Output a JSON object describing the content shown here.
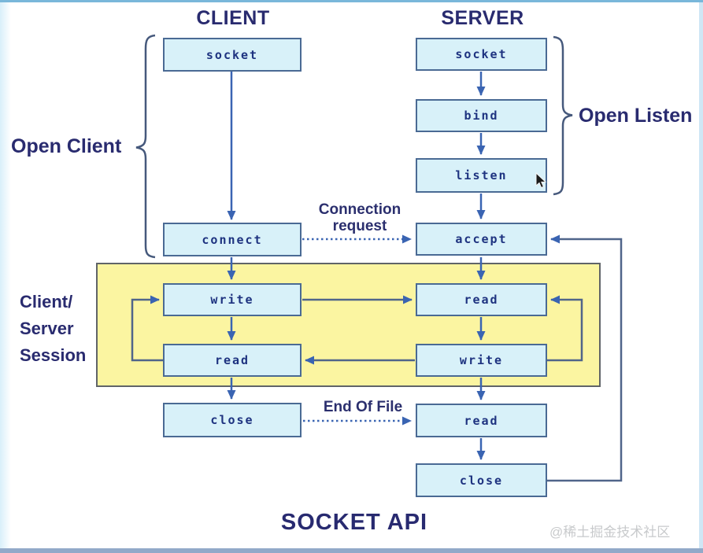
{
  "titles": {
    "client": "CLIENT",
    "server": "SERVER",
    "footer": "SOCKET API"
  },
  "annotations": {
    "open_client": "Open Client",
    "open_listen": "Open Listen",
    "session": [
      "Client/",
      "Server",
      "Session"
    ],
    "connection_request": [
      "Connection",
      "request"
    ],
    "end_of_file": "End Of File",
    "watermark": "@稀土掘金技术社区"
  },
  "client_flow": {
    "socket": "socket",
    "connect": "connect",
    "write": "write",
    "read": "read",
    "close": "close"
  },
  "server_flow": {
    "socket": "socket",
    "bind": "bind",
    "listen": "listen",
    "accept": "accept",
    "read1": "read",
    "write": "write",
    "read2": "read",
    "close": "close"
  },
  "colors": {
    "node_fill": "#d8f1f9",
    "node_border": "#4a6a94",
    "arrow_blue": "#3a64b2",
    "loop_line": "#50658a",
    "session_fill": "#fbf5a1",
    "session_border": "#606468",
    "heading_navy": "#292b6f",
    "watermark_gray": "#c8cacc"
  }
}
